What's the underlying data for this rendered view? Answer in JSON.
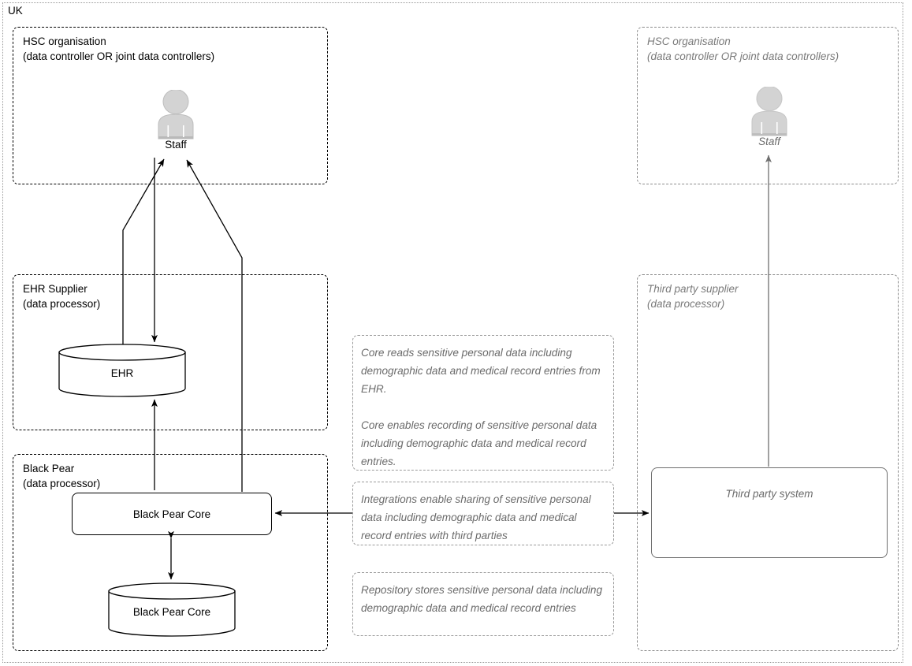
{
  "diagram": {
    "outer_boundary_label": "UK",
    "colors": {
      "line": "#000000",
      "muted_line": "#8c8c8c",
      "muted_text": "#6b6b6b",
      "actor_fill": "#d3d3d3",
      "actor_stroke": "#b6b6b6",
      "background": "#ffffff"
    }
  },
  "groups": {
    "hsc_left": {
      "title": "HSC organisation\n(data controller OR joint data controllers)"
    },
    "ehr_supplier": {
      "title": "EHR Supplier\n(data processor)"
    },
    "black_pear": {
      "title": "Black Pear\n(data processor)"
    },
    "hsc_right": {
      "title": "HSC organisation\n(data controller OR joint data controllers)"
    },
    "third_party_supplier": {
      "title": "Third party supplier\n(data processor)"
    }
  },
  "nodes": {
    "staff_left": {
      "label": "Staff",
      "icon": "person-icon"
    },
    "staff_right": {
      "label": "Staff",
      "icon": "person-icon"
    },
    "ehr_store": {
      "label": "EHR",
      "shape": "cylinder"
    },
    "black_pear_core_process": {
      "label": "Black Pear Core",
      "shape": "rounded-rect"
    },
    "black_pear_core_store": {
      "label": "Black Pear Core",
      "shape": "cylinder"
    },
    "third_party_system": {
      "label": "Third party system",
      "shape": "rounded-rect"
    }
  },
  "notes": {
    "core_reads": {
      "paragraph_1": "Core reads sensitive personal data including demographic data and medical record entries from EHR.",
      "paragraph_2": "Core enables recording of sensitive personal data including demographic data and medical record entries."
    },
    "integrations": {
      "paragraph_1": "Integrations enable sharing of sensitive personal data including demographic data and medical record entries with third parties"
    },
    "repository": {
      "paragraph_1": "Repository stores sensitive personal data including demographic data and medical record entries"
    }
  }
}
